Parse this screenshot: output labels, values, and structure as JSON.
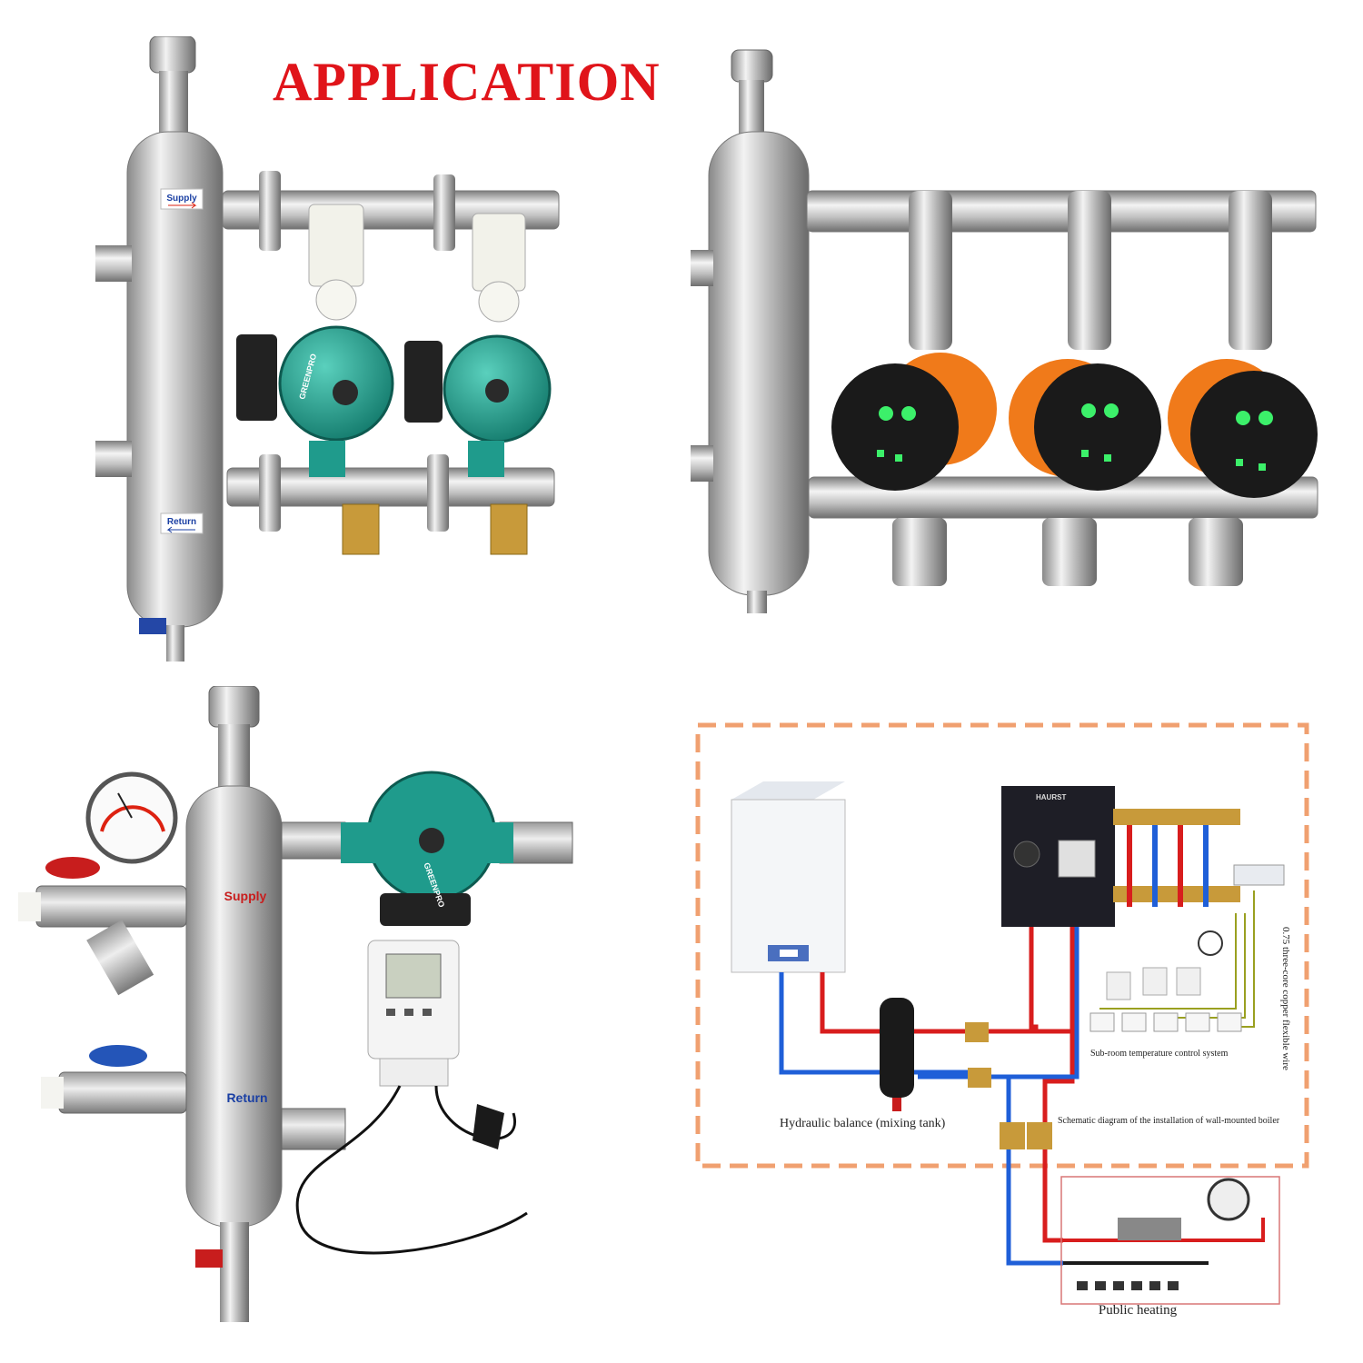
{
  "headline": "APPLICATION",
  "panel1": {
    "tank_supply_label": "Supply",
    "tank_return_label": "Return",
    "pump_brand": "GREENPRO"
  },
  "panel3": {
    "tank_supply_label": "Supply",
    "tank_return_label": "Return",
    "pump_brand": "GREENPRO"
  },
  "diagram": {
    "mixing_tank_label": "Hydraulic balance (mixing tank)",
    "room_control_label": "Sub-room temperature control system",
    "wire_label": "0.75 three-core copper flexible wire",
    "schematic_caption": "Schematic diagram of the installation of wall-mounted boiler",
    "public_heating_label": "Public heating",
    "controller_brand": "HAURST"
  },
  "colors": {
    "headline": "#e0141a",
    "teal_pump": "#1f9b8c",
    "orange_pump": "#f07a1a",
    "steel": "#c9c9c9",
    "brass": "#c89a3a",
    "supply_pipe": "#d81d1d",
    "return_pipe": "#1f5fd8",
    "dashed_border": "#f0a070"
  }
}
